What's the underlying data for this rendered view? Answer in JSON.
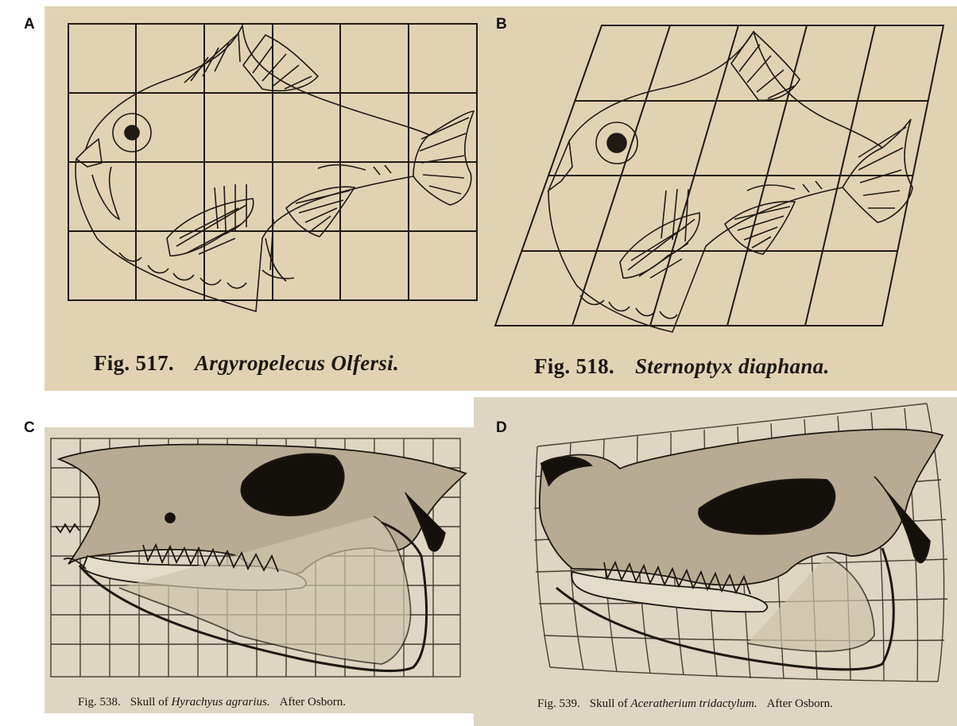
{
  "panels": {
    "a": {
      "label": "A",
      "fig": "Fig. 517.",
      "species": "Argyropelecus Olfersi."
    },
    "b": {
      "label": "B",
      "fig": "Fig. 518.",
      "species": "Sternoptyx diaphana."
    },
    "c": {
      "label": "C",
      "fig": "Fig. 538.",
      "pre": "Skull of",
      "species": "Hyrachyus agrarius.",
      "post": "After Osborn."
    },
    "d": {
      "label": "D",
      "fig": "Fig. 539.",
      "pre": "Skull of",
      "species": "Aceratherium tridactylum.",
      "post": "After Osborn."
    }
  },
  "colors": {
    "paper_top": "#e1d3b2",
    "paper_bottom": "#ded5c2",
    "ink": "#1f1a14"
  }
}
